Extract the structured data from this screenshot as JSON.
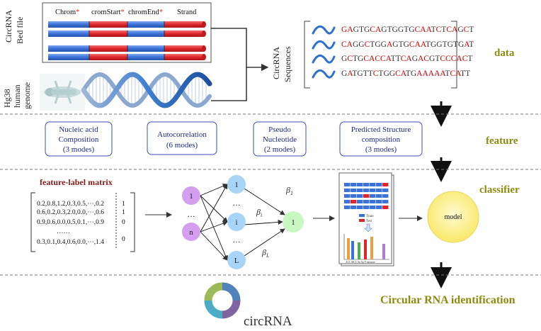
{
  "bed": {
    "side_label_1": "CircRNA",
    "side_label_2": "Bed file",
    "columns": [
      {
        "name": "Chrom",
        "star": "*"
      },
      {
        "name": "cromStart",
        "star": "*"
      },
      {
        "name": "chromEnd",
        "star": "*"
      },
      {
        "name": "Strand",
        "star": ""
      }
    ]
  },
  "genome": {
    "side_label_1": "Hg38",
    "side_label_2": "human",
    "side_label_3": "genome"
  },
  "sequences": {
    "side_label_1": "CircRNA",
    "side_label_2": "Sequences",
    "rows": [
      [
        [
          "G",
          "#cc0000"
        ],
        [
          "A",
          "#cc0000"
        ],
        [
          "G",
          "#333333"
        ],
        [
          "T",
          "#333333"
        ],
        [
          "G",
          "#333333"
        ],
        [
          "C",
          "#cc0000"
        ],
        [
          "A",
          "#cc0000"
        ],
        [
          "G",
          "#333333"
        ],
        [
          "T",
          "#333333"
        ],
        [
          "G",
          "#333333"
        ],
        [
          "G",
          "#333333"
        ],
        [
          "T",
          "#333333"
        ],
        [
          "G",
          "#333333"
        ],
        [
          "C",
          "#cc0000"
        ],
        [
          "A",
          "#cc0000"
        ],
        [
          "A",
          "#cc0000"
        ],
        [
          "T",
          "#333333"
        ],
        [
          "C",
          "#cc0000"
        ],
        [
          "T",
          "#333333"
        ],
        [
          "C",
          "#cc0000"
        ],
        [
          "A",
          "#cc0000"
        ],
        [
          "G",
          "#333333"
        ],
        [
          "C",
          "#cc0000"
        ],
        [
          "T",
          "#333333"
        ]
      ],
      [
        [
          "C",
          "#cc0000"
        ],
        [
          "A",
          "#cc0000"
        ],
        [
          "G",
          "#333333"
        ],
        [
          "G",
          "#333333"
        ],
        [
          "C",
          "#cc0000"
        ],
        [
          "T",
          "#333333"
        ],
        [
          "G",
          "#333333"
        ],
        [
          "G",
          "#333333"
        ],
        [
          "A",
          "#cc0000"
        ],
        [
          "G",
          "#333333"
        ],
        [
          "T",
          "#333333"
        ],
        [
          "G",
          "#333333"
        ],
        [
          "C",
          "#cc0000"
        ],
        [
          "A",
          "#cc0000"
        ],
        [
          "A",
          "#cc0000"
        ],
        [
          "T",
          "#333333"
        ],
        [
          "G",
          "#333333"
        ],
        [
          "G",
          "#333333"
        ],
        [
          "T",
          "#333333"
        ],
        [
          "G",
          "#333333"
        ],
        [
          "T",
          "#333333"
        ],
        [
          "G",
          "#333333"
        ],
        [
          "A",
          "#cc0000"
        ],
        [
          "T",
          "#333333"
        ]
      ],
      [
        [
          "G",
          "#333333"
        ],
        [
          "C",
          "#cc0000"
        ],
        [
          "T",
          "#333333"
        ],
        [
          "G",
          "#333333"
        ],
        [
          "C",
          "#cc0000"
        ],
        [
          "A",
          "#cc0000"
        ],
        [
          "C",
          "#cc0000"
        ],
        [
          "C",
          "#cc0000"
        ],
        [
          "A",
          "#cc0000"
        ],
        [
          "T",
          "#333333"
        ],
        [
          "T",
          "#333333"
        ],
        [
          "C",
          "#cc0000"
        ],
        [
          "A",
          "#cc0000"
        ],
        [
          "G",
          "#333333"
        ],
        [
          "A",
          "#cc0000"
        ],
        [
          "C",
          "#cc0000"
        ],
        [
          "G",
          "#333333"
        ],
        [
          "T",
          "#333333"
        ],
        [
          "C",
          "#cc0000"
        ],
        [
          "C",
          "#cc0000"
        ],
        [
          "C",
          "#cc0000"
        ],
        [
          "A",
          "#cc0000"
        ],
        [
          "C",
          "#cc0000"
        ],
        [
          "T",
          "#333333"
        ]
      ],
      [
        [
          "G",
          "#333333"
        ],
        [
          "A",
          "#cc0000"
        ],
        [
          "T",
          "#333333"
        ],
        [
          "G",
          "#333333"
        ],
        [
          "T",
          "#333333"
        ],
        [
          "T",
          "#333333"
        ],
        [
          "C",
          "#cc0000"
        ],
        [
          "T",
          "#333333"
        ],
        [
          "G",
          "#333333"
        ],
        [
          "G",
          "#333333"
        ],
        [
          "C",
          "#cc0000"
        ],
        [
          "A",
          "#cc0000"
        ],
        [
          "T",
          "#333333"
        ],
        [
          "G",
          "#333333"
        ],
        [
          "A",
          "#cc0000"
        ],
        [
          "A",
          "#cc0000"
        ],
        [
          "A",
          "#cc0000"
        ],
        [
          "A",
          "#cc0000"
        ],
        [
          "A",
          "#cc0000"
        ],
        [
          "T",
          "#333333"
        ],
        [
          "C",
          "#cc0000"
        ],
        [
          "A",
          "#cc0000"
        ],
        [
          "T",
          "#333333"
        ],
        [
          "T",
          "#333333"
        ]
      ]
    ]
  },
  "stage_labels": {
    "data": "data",
    "feature": "feature",
    "classifier": "classifier",
    "identification": "Circular RNA identification"
  },
  "features": [
    {
      "line1": "Nucleic acid",
      "line2": "Composition",
      "line3": "(3 modes)"
    },
    {
      "line1": "Autocorrelation",
      "line2": "(6 modes)",
      "line3": ""
    },
    {
      "line1": "Pseudo",
      "line2": "Nucleotide",
      "line3": "(2 modes)"
    },
    {
      "line1": "Predicted Structure",
      "line2": "composition",
      "line3": "(3 modes)"
    }
  ],
  "matrix": {
    "title": "feature-label matrix",
    "rows": [
      {
        "features": "0.2,0.8,1.2,0.3,0.5,⋯,0.2",
        "label": "1"
      },
      {
        "features": "0.6,0.2,0.3,2.0,0.0,⋯,0.6",
        "label": "1"
      },
      {
        "features": "0.9,0.6,0.0,0.5,0.1,⋯,0.9",
        "label": "0"
      },
      {
        "features": "……",
        "label": ""
      },
      {
        "features": "0.3,0.1,0.4,0.6,0.0,⋯,1.4",
        "label": "0"
      }
    ]
  },
  "network": {
    "input_top": "1",
    "input_dots": "…",
    "input_bottom": "n",
    "hidden_top": "1",
    "hidden_dots_top": "…",
    "hidden_mid": "i",
    "hidden_dots_bottom": "…",
    "hidden_bottom": "L",
    "output": "1",
    "beta_1": "β",
    "beta_1_sub": "1",
    "beta_i": "β",
    "beta_i_sub": "i",
    "beta_L": "β",
    "beta_L_sub": "L"
  },
  "eval_panel": {
    "legend_train": "Train",
    "legend_test": "Test",
    "axis_text": "ACC MCC Sn Sp F-measure"
  },
  "model": {
    "label": "model"
  },
  "donut": {
    "label": "circRNA",
    "segments": [
      {
        "value": 25,
        "color": "#4f81bd"
      },
      {
        "value": 25,
        "color": "#8064a2"
      },
      {
        "value": 25,
        "color": "#4bacc6"
      },
      {
        "value": 25,
        "color": "#9bbb59"
      }
    ]
  },
  "colors": {
    "stage": "#8b8b10",
    "bar_blue": "#3b72d9",
    "bar_red": "#e0252c",
    "box_border": "#3d4fb8",
    "node_purple": "#d59ff0",
    "node_blue": "#a8d4f7",
    "node_green": "#c9f7c2",
    "model_fill": "#fdf39a",
    "matrix_title": "#8b1a1a"
  }
}
